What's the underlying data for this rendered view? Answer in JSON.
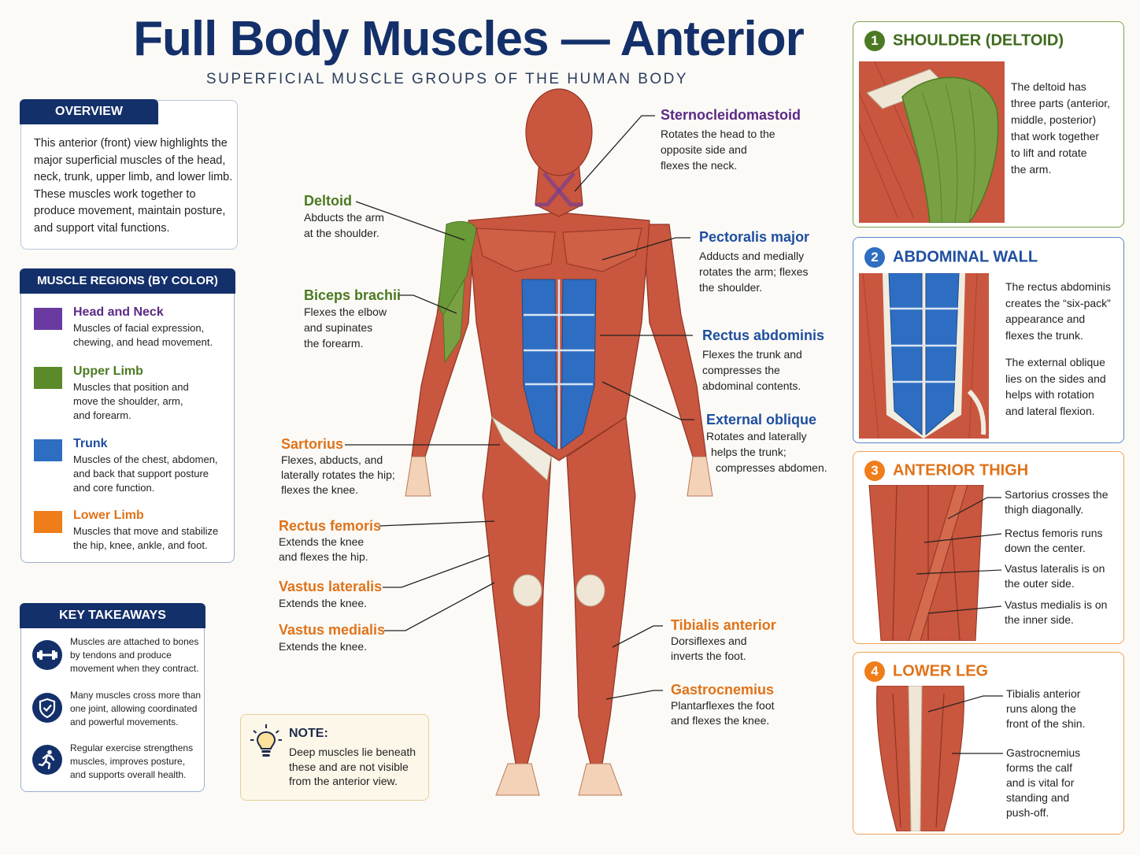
{
  "title": "Full Body Muscles — Anterior",
  "subtitle": "SUPERFICIAL MUSCLE GROUPS OF THE HUMAN BODY",
  "colors": {
    "navy": "#14306a",
    "head_neck": "#6a3aa0",
    "upper_limb": "#5a8a2a",
    "trunk": "#2e6ec2",
    "lower_limb": "#ef7d1a",
    "muscle": "#c9563e"
  },
  "overview": {
    "heading": "OVERVIEW",
    "lines": [
      "This anterior (front) view highlights the",
      "major superficial muscles of the head,",
      "neck, trunk, upper limb, and lower limb.",
      "These muscles work together to",
      "produce movement, maintain posture,",
      "and support vital functions."
    ]
  },
  "regions": {
    "heading": "MUSCLE REGIONS (BY COLOR)",
    "items": [
      {
        "name": "Head and Neck",
        "lines": [
          "Muscles of facial expression,",
          "chewing, and head movement."
        ]
      },
      {
        "name": "Upper Limb",
        "lines": [
          "Muscles that position and",
          "move the shoulder, arm,",
          "and forearm."
        ]
      },
      {
        "name": "Trunk",
        "lines": [
          "Muscles of the chest, abdomen,",
          "and back that support posture",
          "and core function."
        ]
      },
      {
        "name": "Lower Limb",
        "lines": [
          "Muscles that move and stabilize",
          "the hip, knee, ankle, and foot."
        ]
      }
    ]
  },
  "takeaways": {
    "heading": "KEY TAKEAWAYS",
    "items": [
      {
        "icon": "dumbbell-icon",
        "lines": [
          "Muscles are attached to bones",
          "by tendons and produce",
          "movement when they contract."
        ]
      },
      {
        "icon": "shield-check-icon",
        "lines": [
          "Many muscles cross more than",
          "one joint, allowing coordinated",
          "and powerful movements."
        ]
      },
      {
        "icon": "running-person-icon",
        "lines": [
          "Regular exercise strengthens",
          "muscles, improves posture,",
          "and supports overall health."
        ]
      }
    ]
  },
  "note": {
    "icon": "lightbulb-icon",
    "heading": "NOTE:",
    "lines": [
      "Deep muscles lie beneath",
      "these and are not visible",
      "from the anterior view."
    ]
  },
  "labels": {
    "scm": {
      "title": "Sternocleidomastoid",
      "lines": [
        "Rotates the head to the",
        "opposite side and",
        "flexes the neck."
      ]
    },
    "deltoid": {
      "title": "Deltoid",
      "lines": [
        "Abducts the arm",
        "at the shoulder."
      ]
    },
    "pectoralis": {
      "title": "Pectoralis major",
      "lines": [
        "Adducts and medially",
        "rotates the arm; flexes",
        "the shoulder."
      ]
    },
    "biceps": {
      "title": "Biceps brachii",
      "lines": [
        "Flexes the elbow",
        "and supinates",
        "the forearm."
      ]
    },
    "rectus_abd": {
      "title": "Rectus abdominis",
      "lines": [
        "Flexes the trunk and",
        "compresses the",
        "abdominal contents."
      ]
    },
    "oblique": {
      "title": "External oblique",
      "lines": [
        "Rotates and laterally",
        "helps the trunk;",
        "compresses abdomen."
      ]
    },
    "sartorius": {
      "title": "Sartorius",
      "lines": [
        "Flexes, abducts, and",
        "laterally rotates the hip;",
        "flexes the knee."
      ]
    },
    "rectus_fem": {
      "title": "Rectus femoris",
      "lines": [
        "Extends the knee",
        "and flexes the hip."
      ]
    },
    "vastus_lat": {
      "title": "Vastus lateralis",
      "lines": [
        "Extends the knee."
      ]
    },
    "vastus_med": {
      "title": "Vastus medialis",
      "lines": [
        "Extends the knee."
      ]
    },
    "tibialis": {
      "title": "Tibialis anterior",
      "lines": [
        "Dorsiflexes and",
        "inverts the foot."
      ]
    },
    "gastro": {
      "title": "Gastrocnemius",
      "lines": [
        "Plantarflexes the foot",
        "and flexes the knee."
      ]
    }
  },
  "side_panels": {
    "shoulder": {
      "num": "1",
      "title": "SHOULDER (DELTOID)",
      "lines": [
        "The deltoid has",
        "three parts (anterior,",
        "middle, posterior)",
        "that work together",
        "to lift and rotate",
        "the arm."
      ]
    },
    "abdominal": {
      "num": "2",
      "title": "ABDOMINAL WALL",
      "lines_a": [
        "The rectus abdominis",
        "creates the “six-pack”",
        "appearance and",
        "flexes the trunk."
      ],
      "lines_b": [
        "The external oblique",
        "lies on the sides and",
        "helps with rotation",
        "and lateral flexion."
      ]
    },
    "thigh": {
      "num": "3",
      "title": "ANTERIOR THIGH",
      "notes": [
        {
          "lines": [
            "Sartorius crosses the",
            "thigh diagonally."
          ]
        },
        {
          "lines": [
            "Rectus femoris runs",
            "down the center."
          ]
        },
        {
          "lines": [
            "Vastus lateralis is on",
            "the outer side."
          ]
        },
        {
          "lines": [
            "Vastus medialis is on",
            "the inner side."
          ]
        }
      ]
    },
    "leg": {
      "num": "4",
      "title": "LOWER LEG",
      "notes": [
        {
          "lines": [
            "Tibialis anterior",
            "runs along the",
            "front of the shin."
          ]
        },
        {
          "lines": [
            "Gastrocnemius",
            "forms the calf",
            "and is vital for",
            "standing and",
            "push-off."
          ]
        }
      ]
    }
  }
}
